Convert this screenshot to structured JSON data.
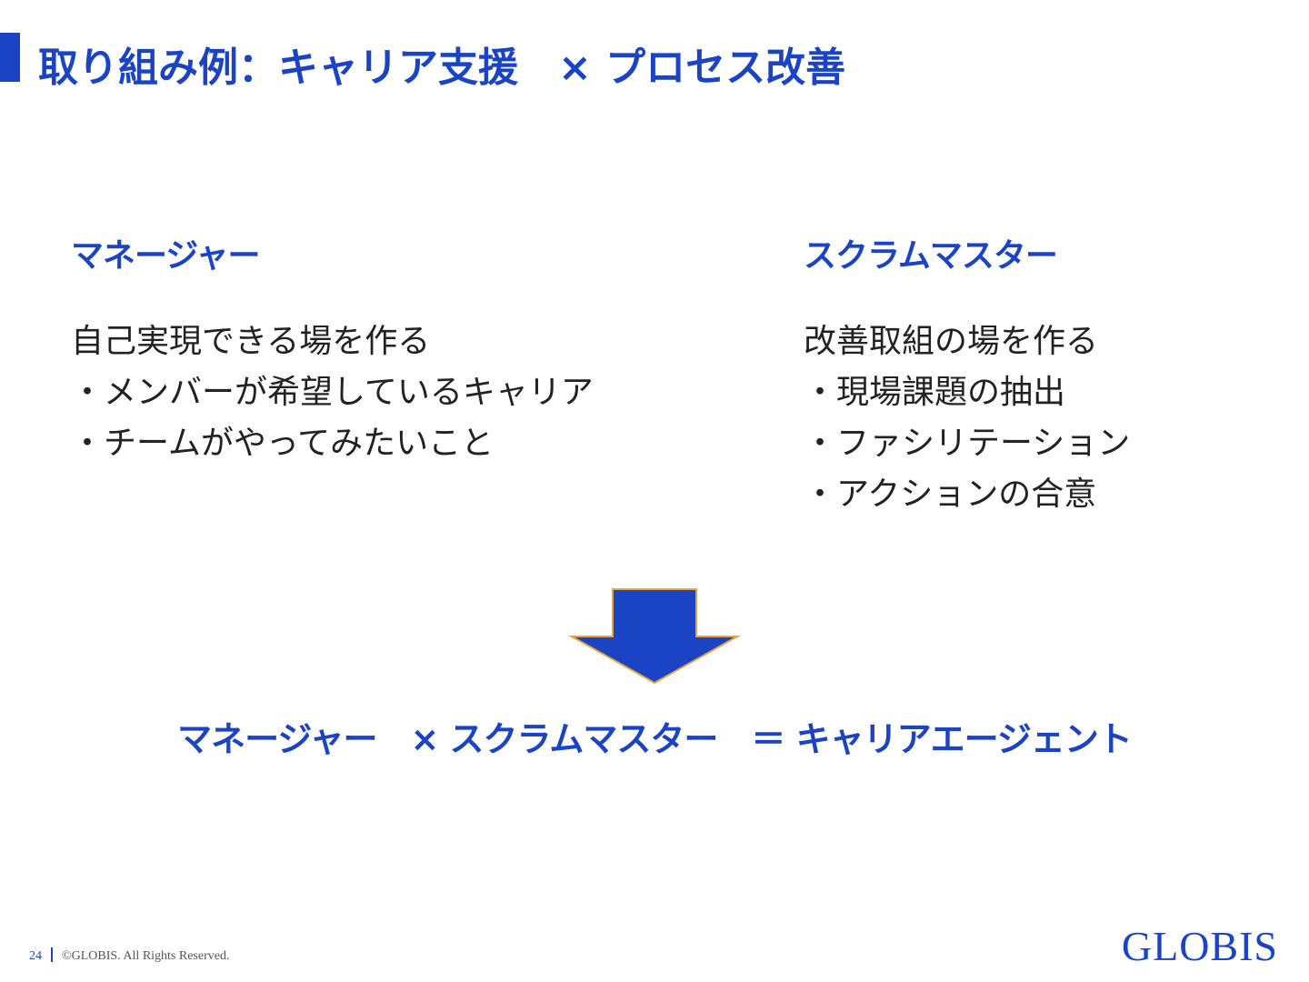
{
  "header": {
    "title": "取り組み例：キャリア支援　× プロセス改善"
  },
  "left_column": {
    "heading": "マネージャー",
    "lines": [
      "自己実現できる場を作る",
      "・メンバーが希望しているキャリア",
      "・チームがやってみたいこと"
    ]
  },
  "right_column": {
    "heading": "スクラムマスター",
    "lines": [
      "改善取組の場を作る",
      "・現場課題の抽出",
      "・ファシリテーション",
      "・アクションの合意"
    ]
  },
  "arrow": {
    "direction": "down",
    "fill_color": "#1a44c4",
    "stroke_color": "#e8a33d",
    "icon": "down-arrow-icon"
  },
  "formula": {
    "text": "マネージャー　× スクラムマスター　＝ キャリアエージェント"
  },
  "footer": {
    "page_number": "24",
    "copyright": "©GLOBIS. All Rights Reserved."
  },
  "logo": {
    "text": "GLOBIS"
  },
  "colors": {
    "accent": "#1a44c4",
    "body_text": "#222222"
  }
}
